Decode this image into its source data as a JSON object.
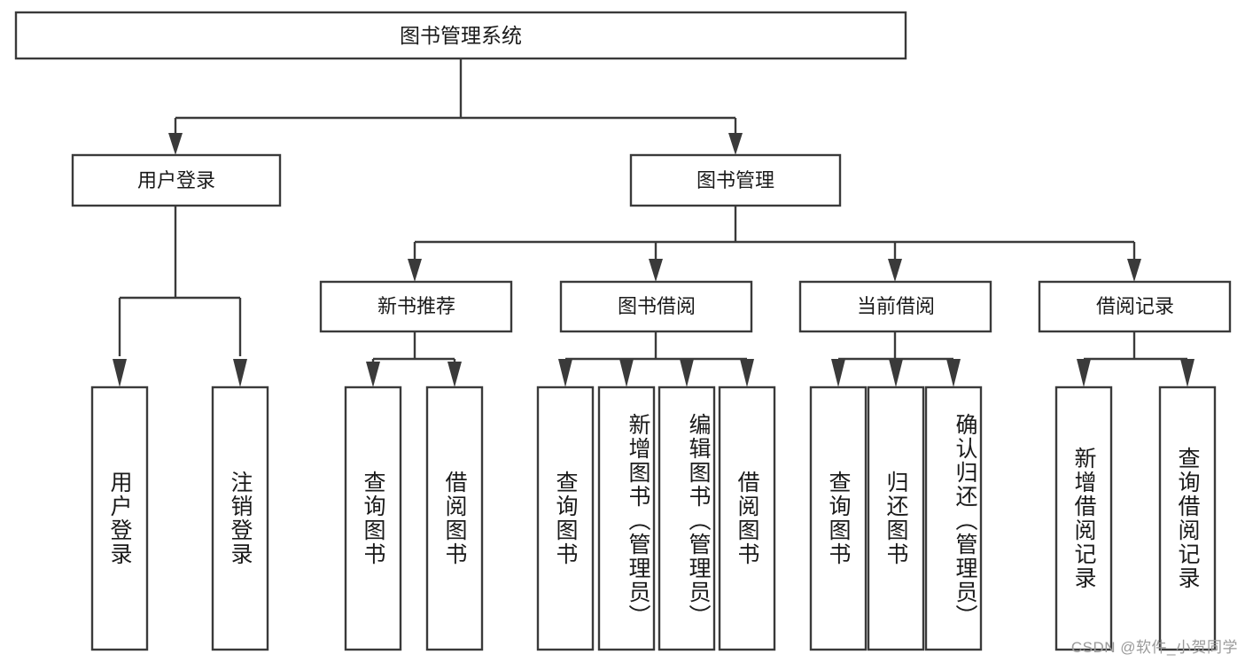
{
  "diagram": {
    "type": "tree-hierarchy",
    "title_node": {
      "label": "图书管理系统"
    },
    "level2": [
      {
        "id": "user-login",
        "label": "用户登录"
      },
      {
        "id": "book-manage",
        "label": "图书管理"
      }
    ],
    "level3": [
      {
        "id": "new-book-recommend",
        "label": "新书推荐",
        "parent": "book-manage"
      },
      {
        "id": "book-borrow",
        "label": "图书借阅",
        "parent": "book-manage"
      },
      {
        "id": "current-borrow",
        "label": "当前借阅",
        "parent": "book-manage"
      },
      {
        "id": "borrow-record",
        "label": "借阅记录",
        "parent": "book-manage"
      }
    ],
    "leaves": [
      {
        "id": "leaf-user-login",
        "label": "用户登录",
        "parent": "user-login"
      },
      {
        "id": "leaf-logout-login",
        "label": "注销登录",
        "parent": "user-login"
      },
      {
        "id": "leaf-query-book-1",
        "label": "查询图书",
        "parent": "new-book-recommend"
      },
      {
        "id": "leaf-borrow-book-1",
        "label": "借阅图书",
        "parent": "new-book-recommend"
      },
      {
        "id": "leaf-query-book-2",
        "label": "查询图书",
        "parent": "book-borrow"
      },
      {
        "id": "leaf-add-book",
        "label": "新增图书（管理员）",
        "parent": "book-borrow"
      },
      {
        "id": "leaf-edit-book",
        "label": "编辑图书（管理员）",
        "parent": "book-borrow"
      },
      {
        "id": "leaf-borrow-book-2",
        "label": "借阅图书",
        "parent": "book-borrow"
      },
      {
        "id": "leaf-query-book-3",
        "label": "查询图书",
        "parent": "current-borrow"
      },
      {
        "id": "leaf-return-book",
        "label": "归还图书",
        "parent": "current-borrow"
      },
      {
        "id": "leaf-confirm-return",
        "label": "确认归还（管理员）",
        "parent": "current-borrow"
      },
      {
        "id": "leaf-add-record",
        "label": "新增借阅记录",
        "parent": "borrow-record"
      },
      {
        "id": "leaf-query-record",
        "label": "查询借阅记录",
        "parent": "borrow-record"
      }
    ],
    "colors": {
      "box_stroke": "#3a3a3a",
      "box_fill": "#ffffff",
      "text": "#1a1a1a",
      "connector": "#3a3a3a",
      "background": "#ffffff",
      "watermark": "#9a9a9a"
    }
  },
  "watermark": {
    "text": "CSDN @软件_小贺同学"
  }
}
